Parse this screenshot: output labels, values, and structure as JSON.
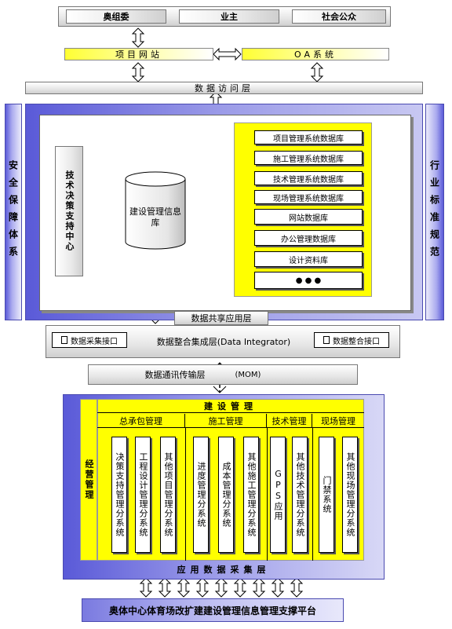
{
  "top": {
    "items": [
      "奥组委",
      "业主",
      "社会公众"
    ]
  },
  "project_site": "项目网站",
  "oa_system": "OA系统",
  "data_access": "数据访问层",
  "side_left": "安全保障体系",
  "side_right": "行业标准规范",
  "decision": "技术决策支持中心",
  "info_db": "建设管理信息库",
  "databases": [
    "项目管理系统数据库",
    "施工管理系统数据库",
    "技术管理系统数据库",
    "现场管理系统数据库",
    "网站数据库",
    "办公管理数据库",
    "设计资料库",
    "● ● ●"
  ],
  "share_layer": "数据共享应用层",
  "integrator": {
    "label": "数据整合集成层(Data Integrator)",
    "collect_port": "数据采集接口",
    "integrate_port": "数据整合接口"
  },
  "comm_layer": "数据通讯传输层",
  "mom": "(MOM)",
  "app_area": {
    "title": "建设管理",
    "ops": "经营管理",
    "groups": [
      {
        "name": "总承包管理",
        "items": [
          "决策支持管理分系统",
          "工程设计管理分系统",
          "其他项目管理分系统"
        ]
      },
      {
        "name": "施工管理",
        "items": [
          "进度管理分系统",
          "成本管理分系统",
          "其他施工管理分系统"
        ]
      },
      {
        "name": "技术管理",
        "items": [
          "GPS应用",
          "其他技术管理分系统"
        ]
      },
      {
        "name": "现场管理",
        "items": [
          "门禁系统",
          "其他现场管理分系统"
        ]
      }
    ],
    "collect_layer": "应用数据采集层"
  },
  "platform": "奥体中心体育场改扩建建设管理信息管理支撑平台",
  "colors": {
    "yellow": "#ffff00",
    "blue": "#5a5ad8",
    "gray": "#cfcfcf"
  }
}
